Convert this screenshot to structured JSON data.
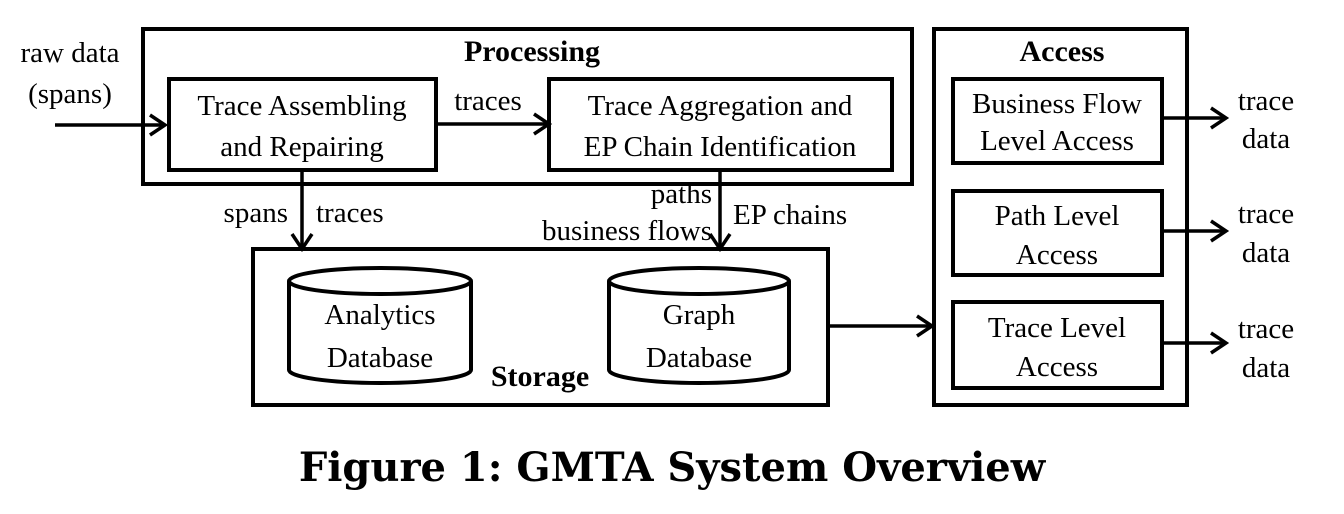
{
  "input": {
    "line1": "raw data",
    "line2": "(spans)"
  },
  "processing": {
    "title": "Processing",
    "assembling": {
      "line1": "Trace Assembling",
      "line2": "and Repairing"
    },
    "aggregation": {
      "line1": "Trace Aggregation and",
      "line2": "EP Chain Identification"
    },
    "traces_label": "traces"
  },
  "edges": {
    "spans": "spans",
    "traces": "traces",
    "paths": "paths",
    "business_flows": "business flows",
    "ep_chains": "EP chains"
  },
  "storage": {
    "title": "Storage",
    "analytics_db": {
      "line1": "Analytics",
      "line2": "Database"
    },
    "graph_db": {
      "line1": "Graph",
      "line2": "Database"
    }
  },
  "access": {
    "title": "Access",
    "business_flow": {
      "line1": "Business Flow",
      "line2": "Level Access"
    },
    "path_level": {
      "line1": "Path Level",
      "line2": "Access"
    },
    "trace_level": {
      "line1": "Trace Level",
      "line2": "Access"
    }
  },
  "outputs": [
    {
      "line1": "trace",
      "line2": "data"
    },
    {
      "line1": "trace",
      "line2": "data"
    },
    {
      "line1": "trace",
      "line2": "data"
    }
  ],
  "caption": "Figure 1: GMTA System Overview"
}
